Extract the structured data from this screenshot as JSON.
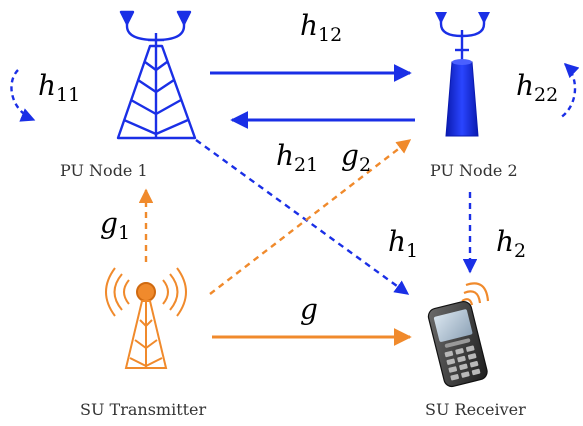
{
  "nodes": {
    "pu1": "PU Node 1",
    "pu2": "PU Node 2",
    "sut": "SU Transmitter",
    "sur": "SU Receiver"
  },
  "channels": {
    "h11": {
      "sym": "h",
      "sub": "11"
    },
    "h12": {
      "sym": "h",
      "sub": "12"
    },
    "h21": {
      "sym": "h",
      "sub": "21"
    },
    "h22": {
      "sym": "h",
      "sub": "22"
    },
    "g1": {
      "sym": "g",
      "sub": "1"
    },
    "g2": {
      "sym": "g",
      "sub": "2"
    },
    "h1": {
      "sym": "h",
      "sub": "1"
    },
    "h2": {
      "sym": "h",
      "sub": "2"
    },
    "g": {
      "sym": "g",
      "sub": ""
    }
  },
  "colors": {
    "primary": "#1a2fe6",
    "secondary": "#f08a2c"
  },
  "icons": [
    "pu-tower-icon",
    "pu-base-station-icon",
    "su-transmitter-tower-icon",
    "su-receiver-phone-icon"
  ]
}
